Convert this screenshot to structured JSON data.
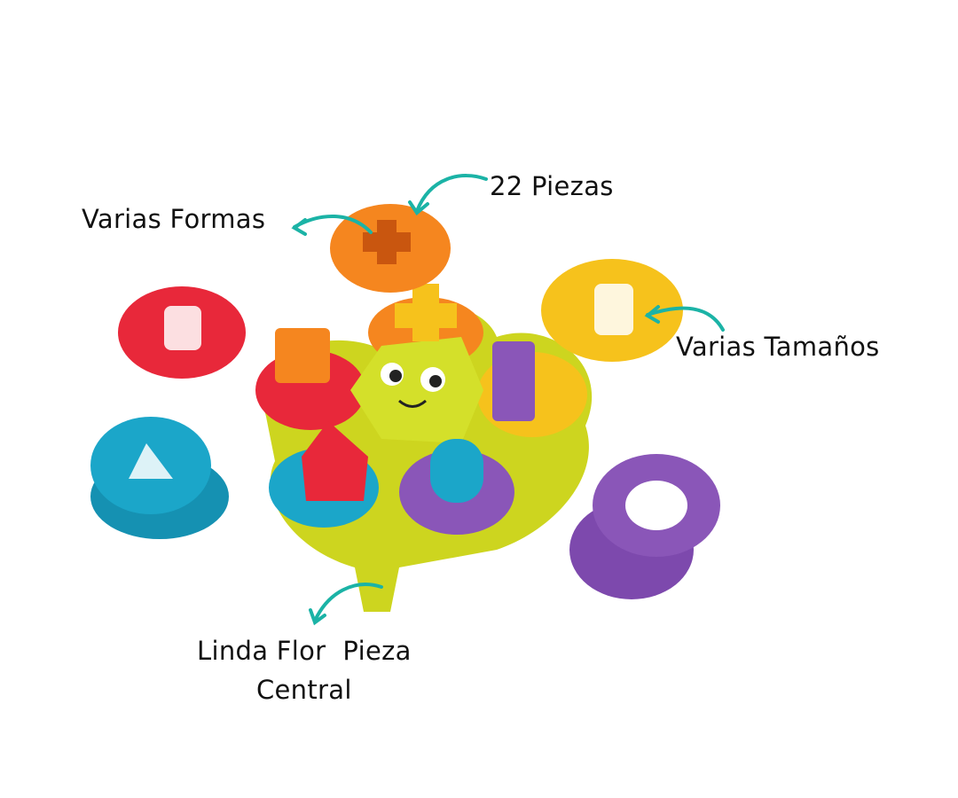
{
  "annotations": {
    "pieces": "22 Piezas",
    "shapes": "Varias Formas",
    "sizes": "Varias Tamaños",
    "flower_line1": "Linda Flor  Pieza",
    "flower_line2": "Central"
  },
  "colors": {
    "arrow": "#1bb3a6",
    "red": "#e8283a",
    "orange": "#f5861f",
    "yellow": "#f6c21c",
    "lime": "#d9e02a",
    "blue": "#1ba6c9",
    "purple": "#8a56b8"
  }
}
